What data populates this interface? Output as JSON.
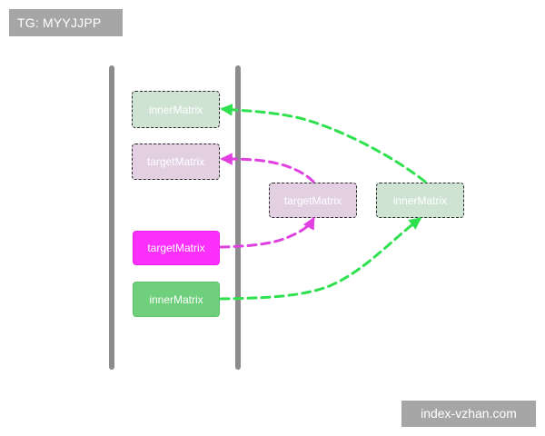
{
  "tag": {
    "label": "TG: MYYJJPP"
  },
  "watermark": {
    "label": "index-vzhan.com"
  },
  "boxes": {
    "inner_ghost": "innerMatrix",
    "target_ghost": "targetMatrix",
    "target_mid": "targetMatrix",
    "inner_mid": "innerMatrix",
    "target_solid": "targetMatrix",
    "inner_solid": "innerMatrix"
  },
  "colors": {
    "green_arrow": "#2fe04f",
    "magenta_arrow": "#e040e0",
    "rail": "#8c8c8c"
  }
}
